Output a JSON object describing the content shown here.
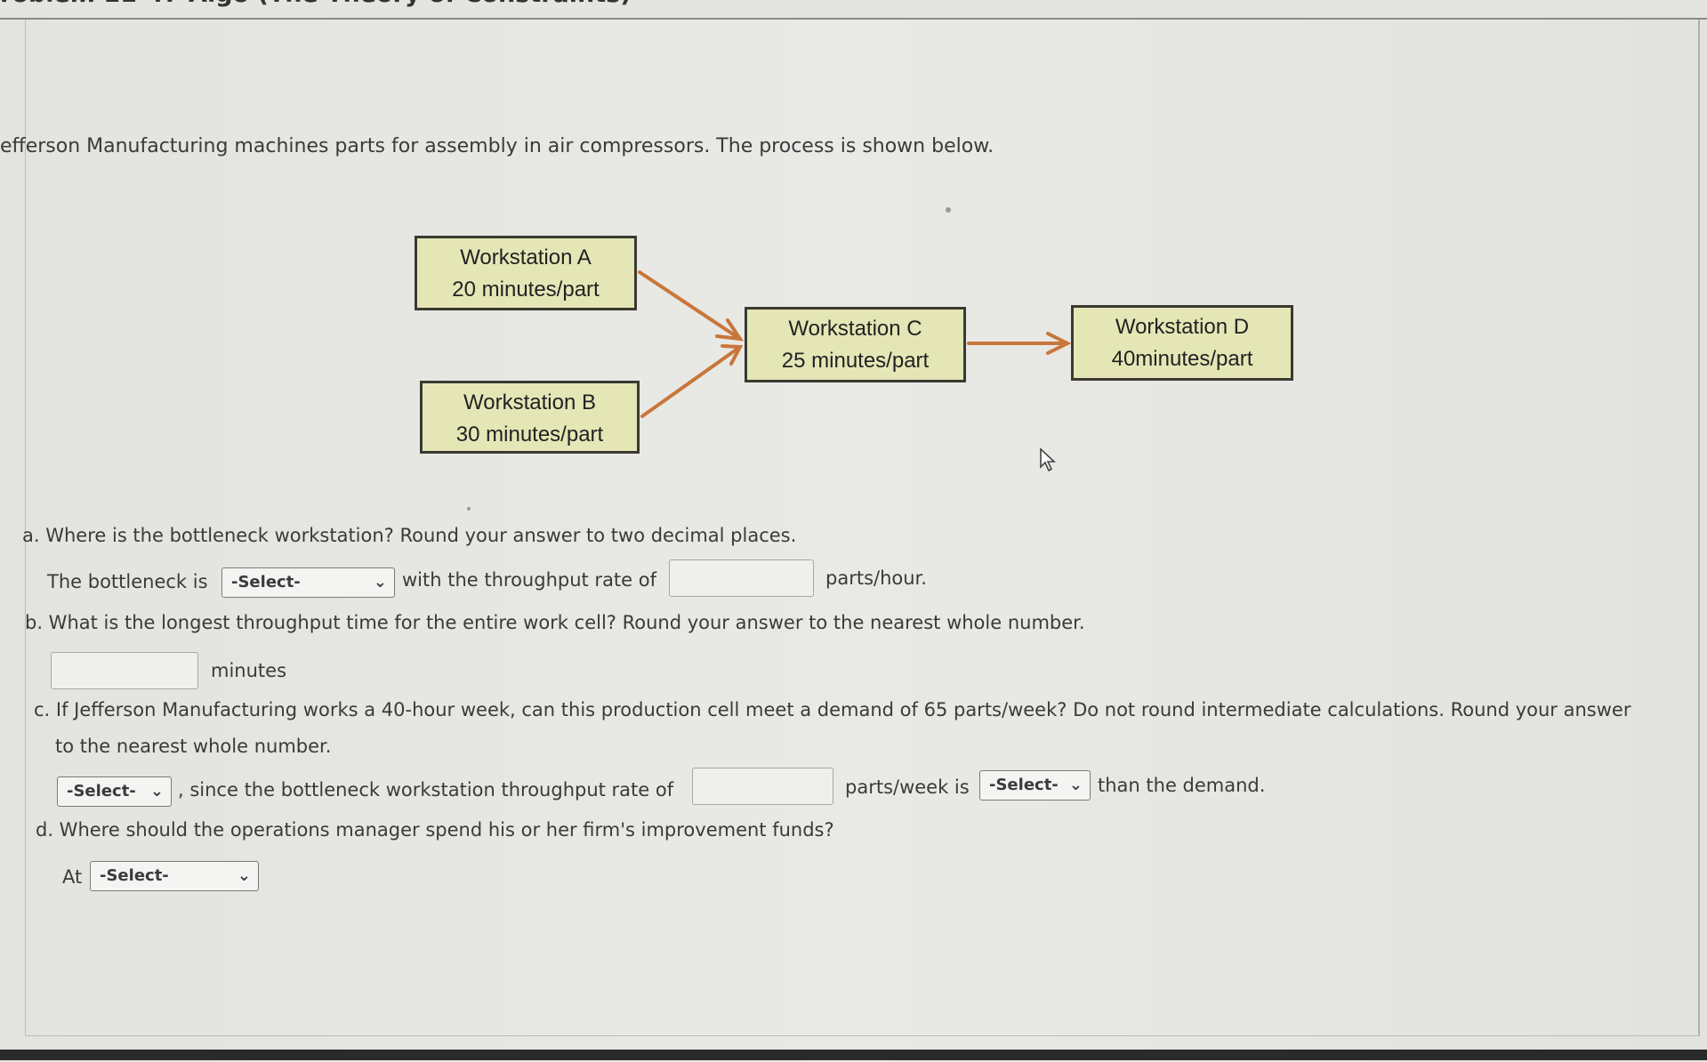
{
  "header": {
    "title": "roblem 11-47 Algo (The Theory of Constraints)"
  },
  "intro": "efferson Manufacturing machines parts for assembly in air compressors. The process is shown below.",
  "workstations": [
    {
      "name": "Workstation A",
      "time": "20 minutes/part"
    },
    {
      "name": "Workstation B",
      "time": "30 minutes/part"
    },
    {
      "name": "Workstation C",
      "time": "25 minutes/part"
    },
    {
      "name": "Workstation D",
      "time": "40minutes/part"
    }
  ],
  "colors": {
    "box_fill": "#e4e6b6",
    "arrow": "#c8763a"
  },
  "questions": {
    "a": {
      "prompt": "a. Where is the bottleneck workstation? Round your answer to two decimal places.",
      "prefix": "The bottleneck is",
      "select": "-Select-",
      "middle": "with the throughput rate of",
      "input_value": "",
      "suffix": "parts/hour."
    },
    "b": {
      "prompt": "b. What is the longest throughput time for the entire work cell? Round your answer to the nearest whole number.",
      "input_value": "",
      "suffix": "minutes"
    },
    "c": {
      "prompt_line1": "c. If Jefferson Manufacturing works a 40-hour week, can this production cell meet a demand of 65 parts/week? Do not round intermediate calculations. Round your answer",
      "prompt_line2": "to the nearest whole number.",
      "select1": "-Select-",
      "middle": ", since the bottleneck workstation throughput rate of",
      "input_value": "",
      "units": "parts/week is",
      "select2": "-Select-",
      "suffix": "than the demand."
    },
    "d": {
      "prompt": "d. Where should the operations manager spend his or her firm's improvement funds?",
      "prefix": "At",
      "select": "-Select-"
    }
  },
  "icons": {
    "chevron": "chevron-down-icon",
    "cursor": "mouse-pointer-icon"
  }
}
